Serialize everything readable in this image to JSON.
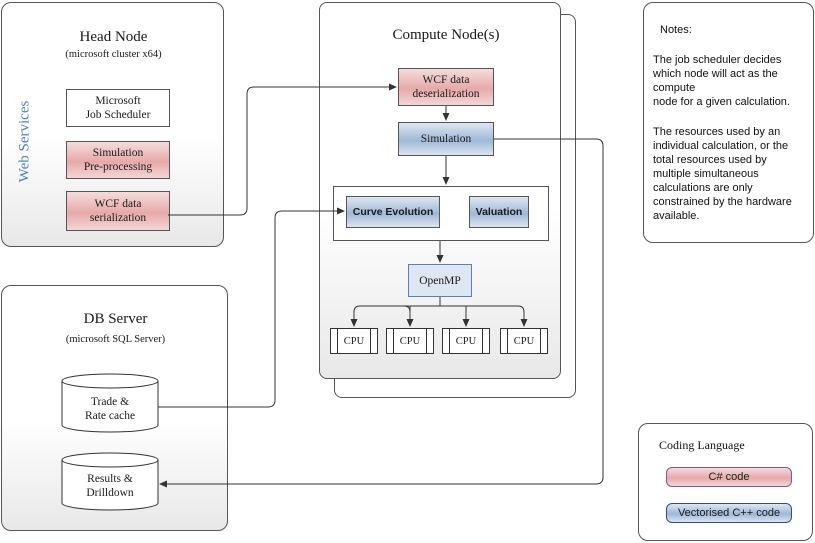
{
  "head_node": {
    "title": "Head Node",
    "subtitle": "(microsoft cluster x64)",
    "side_label": "Web Services",
    "boxes": [
      "Microsoft\nJob Scheduler",
      "Simulation\nPre-processing",
      "WCF data\nserialization"
    ]
  },
  "db_server": {
    "title": "DB Server",
    "subtitle": "(microsoft SQL Server)",
    "stores": [
      "Trade &\nRate cache",
      "Results &\nDrilldown"
    ]
  },
  "compute_node": {
    "title": "Compute Node(s)",
    "deserialization": "WCF data\ndeserialization",
    "simulation": "Simulation",
    "curve_evolution": "Curve Evolution",
    "valuation": "Valuation",
    "openmp": "OpenMP",
    "cpus": [
      "CPU",
      "CPU",
      "CPU",
      "CPU"
    ]
  },
  "notes": {
    "heading": "Notes:",
    "paragraph1": "The job scheduler decides\nwhich node will act as the\ncompute\nnode for a given calculation.",
    "paragraph2": "The resources used by an\nindividual calculation, or the\ntotal resources used by\nmultiple simultaneous\ncalculations are only\nconstrained by the hardware\navailable."
  },
  "legend": {
    "title": "Coding Language",
    "csharp": "C# code",
    "cpp": "Vectorised C++ code"
  },
  "colors": {
    "csharp_fill": "#e7a9a9",
    "cpp_fill": "#9fb8d6",
    "web_services_label": "#4f81bd"
  }
}
